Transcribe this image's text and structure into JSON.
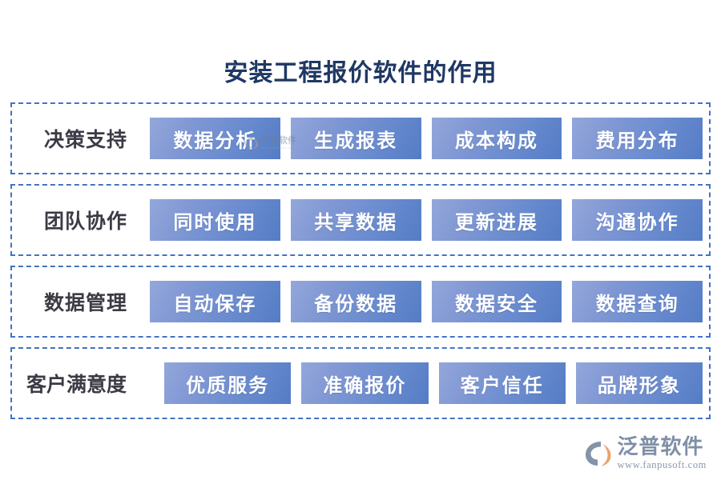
{
  "title": "安装工程报价软件的作用",
  "colors": {
    "title_text": "#1f3864",
    "row_border": "#4472c4",
    "cell_gradient_start": "#93a7da",
    "cell_gradient_end": "#547cc6",
    "cell_text": "#ffffff",
    "row_label_text": "#3b3b46",
    "brand_blue": "#7f8fa6",
    "brand_orange": "#e8a36a"
  },
  "rows": [
    {
      "label": "决策支持",
      "cells": [
        "数据分析",
        "生成报表",
        "成本构成",
        "费用分布"
      ]
    },
    {
      "label": "团队协作",
      "cells": [
        "同时使用",
        "共享数据",
        "更新进展",
        "沟通协作"
      ]
    },
    {
      "label": "数据管理",
      "cells": [
        "自动保存",
        "备份数据",
        "数据安全",
        "数据查询"
      ]
    },
    {
      "label": "客户满意度",
      "cells": [
        "优质服务",
        "准确报价",
        "客户信任",
        "品牌形象"
      ]
    }
  ],
  "watermark": {
    "name": "泛普软件",
    "url": "www.fanpusoft.com"
  },
  "brand": {
    "name": "泛普软件",
    "url": "www.fanpusoft.com"
  }
}
